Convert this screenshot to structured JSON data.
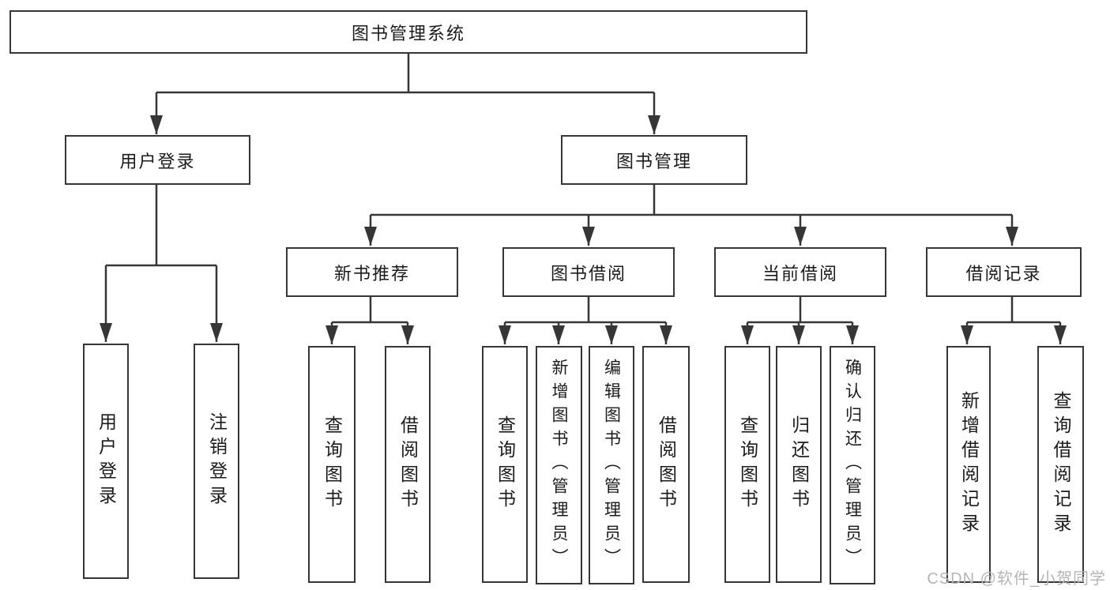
{
  "tree": {
    "root": {
      "label": "图书管理系统",
      "children": [
        {
          "label": "用户登录",
          "children": [
            {
              "label": "用户登录"
            },
            {
              "label": "注销登录"
            }
          ]
        },
        {
          "label": "图书管理",
          "children": [
            {
              "label": "新书推荐",
              "children": [
                {
                  "label": "查询图书"
                },
                {
                  "label": "借阅图书"
                }
              ]
            },
            {
              "label": "图书借阅",
              "children": [
                {
                  "label": "查询图书"
                },
                {
                  "label": "新增图书（管理员）"
                },
                {
                  "label": "编辑图书（管理员）"
                },
                {
                  "label": "借阅图书"
                }
              ]
            },
            {
              "label": "当前借阅",
              "children": [
                {
                  "label": "查询图书"
                },
                {
                  "label": "归还图书"
                },
                {
                  "label": "确认归还（管理员）"
                }
              ]
            },
            {
              "label": "借阅记录",
              "children": [
                {
                  "label": "新增借阅记录"
                },
                {
                  "label": "查询借阅记录"
                }
              ]
            }
          ]
        }
      ]
    }
  },
  "watermark": {
    "text": "CSDN @软件_小贺同学"
  },
  "colors": {
    "line": "#363636",
    "box_border": "#363636",
    "text": "#1b1b1b",
    "watermark": "#b5b5b5",
    "background": "#ffffff"
  }
}
